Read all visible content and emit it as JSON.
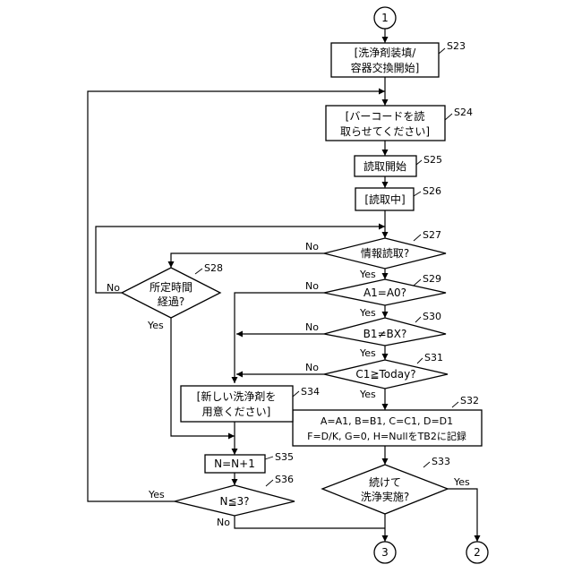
{
  "connectors": {
    "top": "1",
    "bottom_left": "3",
    "bottom_right": "2"
  },
  "steps": {
    "s23": {
      "id": "S23",
      "lines": [
        "[洗浄剤装填/",
        "容器交換開始]"
      ]
    },
    "s24": {
      "id": "S24",
      "lines": [
        "[バーコードを読",
        "取らせてください]"
      ]
    },
    "s25": {
      "id": "S25",
      "lines": [
        "読取開始"
      ]
    },
    "s26": {
      "id": "S26",
      "lines": [
        "[読取中]"
      ]
    },
    "s27": {
      "id": "S27",
      "lines": [
        "情報読取?"
      ]
    },
    "s28": {
      "id": "S28",
      "lines": [
        "所定時間",
        "経過?"
      ]
    },
    "s29": {
      "id": "S29",
      "lines": [
        "A1=A0?"
      ]
    },
    "s30": {
      "id": "S30",
      "lines": [
        "B1≠BX?"
      ]
    },
    "s31": {
      "id": "S31",
      "lines": [
        "C1≧Today?"
      ]
    },
    "s32": {
      "id": "S32",
      "lines": [
        "A=A1, B=B1, C=C1, D=D1",
        "F=D/K, G=0, H=NullをTB2に記録"
      ]
    },
    "s33": {
      "id": "S33",
      "lines": [
        "続けて",
        "洗浄実施?"
      ]
    },
    "s34": {
      "id": "S34",
      "lines": [
        "[新しい洗浄剤を",
        "用意ください]"
      ]
    },
    "s35": {
      "id": "S35",
      "lines": [
        "N=N+1"
      ]
    },
    "s36": {
      "id": "S36",
      "lines": [
        "N≦3?"
      ]
    }
  },
  "labels": {
    "yes": "Yes",
    "no": "No"
  }
}
